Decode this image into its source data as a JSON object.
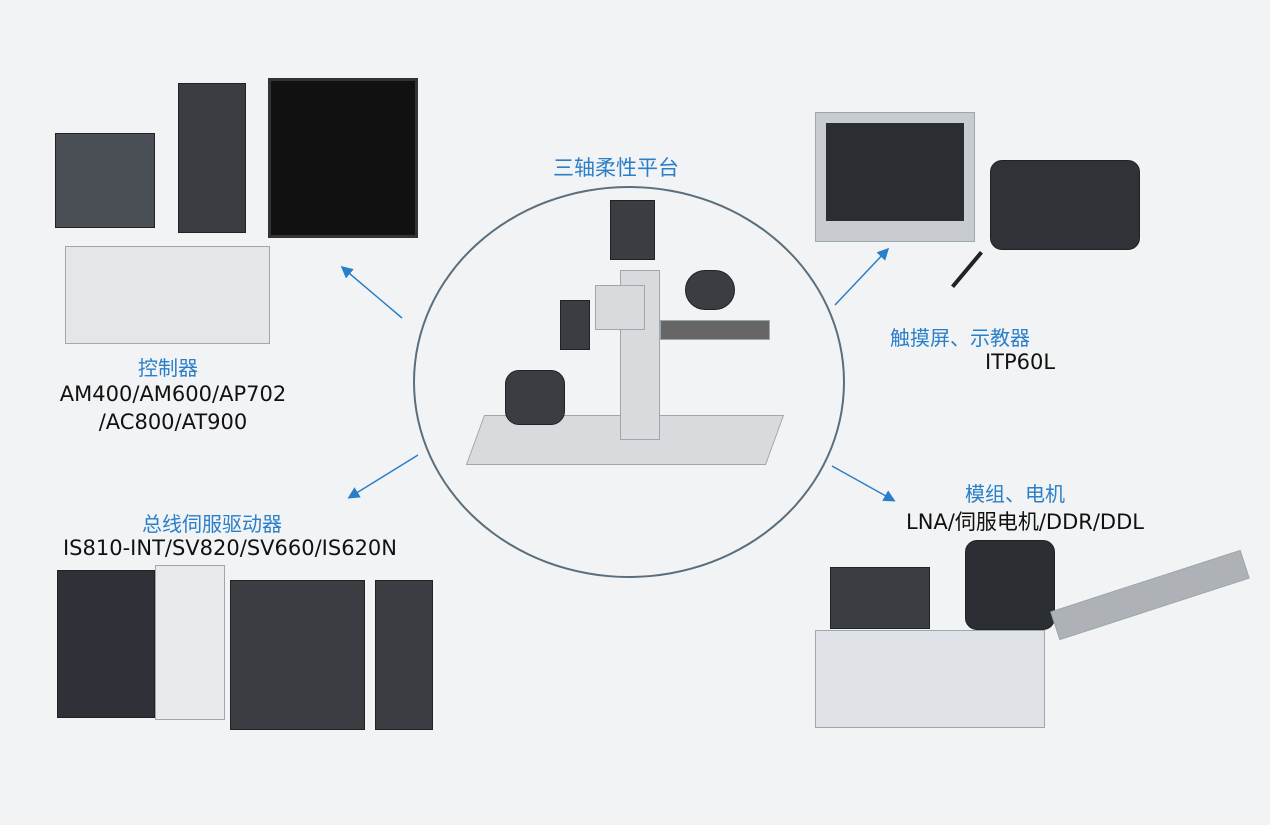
{
  "center": {
    "title": "三轴柔性平台"
  },
  "controller": {
    "title": "控制器",
    "models_line1": "AM400/AM600/AP702",
    "models_line2": "/AC800/AT900"
  },
  "hmi": {
    "title": "触摸屏、示教器",
    "models": "ITP60L"
  },
  "servo": {
    "title": "总线伺服驱动器",
    "models": "IS810-INT/SV820/SV660/IS620N"
  },
  "motor": {
    "title": "模组、电机",
    "models": "LNA/伺服电机/DDR/DDL"
  },
  "colors": {
    "accent": "#2a7fc9",
    "background": "#f2f3f5"
  }
}
